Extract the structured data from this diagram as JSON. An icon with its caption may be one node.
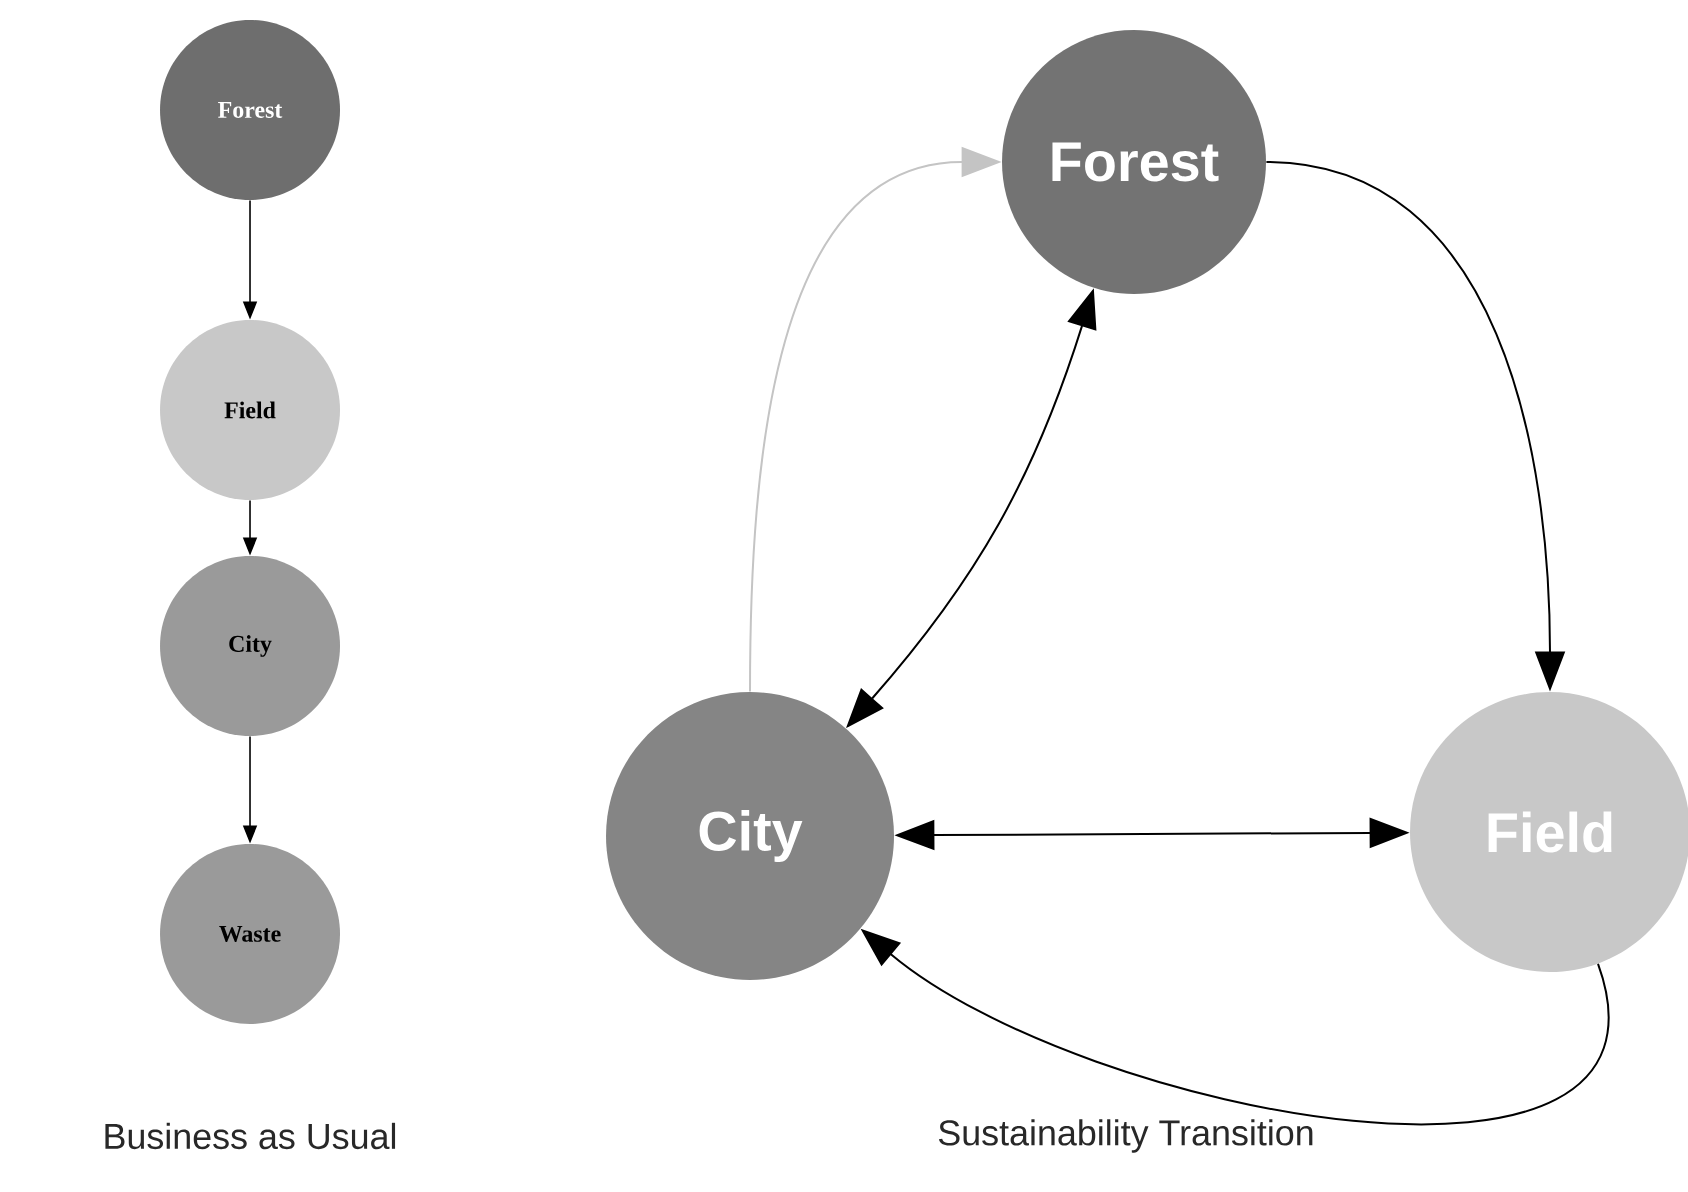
{
  "diagram": {
    "nodes": [
      {
        "text": [
          "Forest"
        ]
      },
      {
        "text": [
          "Field"
        ]
      },
      {
        "text": [
          "City"
        ]
      },
      {
        "text": [
          "Waste"
        ]
      },
      {
        "text": [
          "Forest"
        ]
      },
      {
        "text": [
          "City"
        ]
      },
      {
        "text": [
          "Field"
        ]
      }
    ],
    "edges": [
      {
        "from": 0,
        "to": 1,
        "arrow": "to"
      },
      {
        "from": 1,
        "to": 2,
        "arrow": "to"
      },
      {
        "from": 2,
        "to": 3,
        "arrow": "to"
      },
      {
        "from": 4,
        "to": 6,
        "arrow": "to"
      },
      {
        "from": 5,
        "to": 4,
        "arrow": "to",
        "color": "#c4c4c4"
      },
      {
        "from": 4,
        "to": 5,
        "arrow": "both"
      },
      {
        "from": 5,
        "to": 6,
        "arrow": "both"
      },
      {
        "from": 6,
        "to": 5,
        "arrow": "to"
      }
    ],
    "labels": [
      "Business as Usual",
      "Sustainability Transition"
    ]
  }
}
